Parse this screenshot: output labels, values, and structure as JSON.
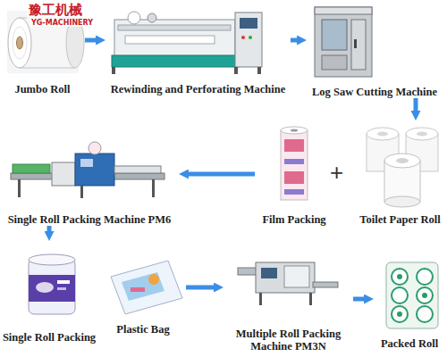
{
  "diagram": {
    "nodes": [
      {
        "text": [
          "Jumbo Roll"
        ]
      },
      {
        "text": [
          "Rewinding and Perforating Machine"
        ]
      },
      {
        "text": [
          "Log Saw Cutting Machine"
        ]
      },
      {
        "text": [
          "Toilet Paper Roll"
        ]
      },
      {
        "text": [
          "Film Packing"
        ]
      },
      {
        "text": [
          "Single Roll Packing Machine PM6"
        ]
      },
      {
        "text": [
          "Single Roll Packing"
        ]
      },
      {
        "text": [
          "Plastic Bag"
        ]
      },
      {
        "text": [
          "Multiple Roll Packing Machine PM3N"
        ]
      },
      {
        "text": [
          "Packed Roll"
        ]
      }
    ],
    "edges": [
      {
        "from": 0,
        "to": 1,
        "arrow": "to"
      },
      {
        "from": 1,
        "to": 2,
        "arrow": "to"
      },
      {
        "from": 2,
        "to": 3,
        "arrow": "to"
      },
      {
        "from": 4,
        "to": 5,
        "arrow": "to"
      },
      {
        "from": 5,
        "to": 6,
        "arrow": "to"
      },
      {
        "from": 7,
        "to": 8,
        "arrow": "to"
      },
      {
        "from": 8,
        "to": 9,
        "arrow": "to"
      }
    ],
    "labels": [
      "豫工机械",
      "YG-MACHINERY",
      "+"
    ]
  }
}
